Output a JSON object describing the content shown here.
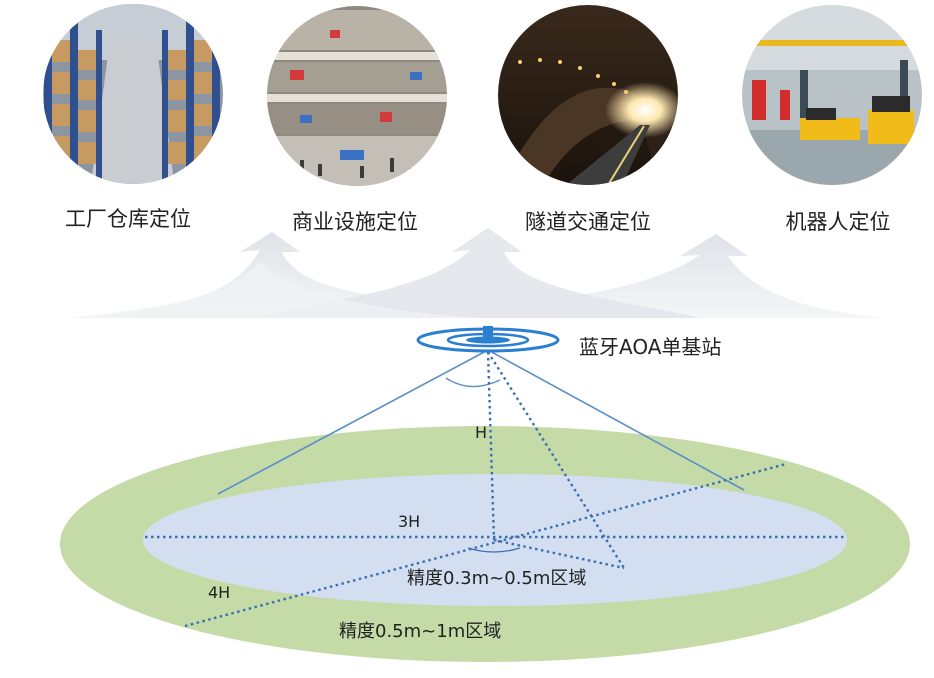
{
  "scenarios": [
    {
      "icon": "warehouse-photo-icon",
      "label": "工厂仓库定位"
    },
    {
      "icon": "shopping-mall-photo-icon",
      "label": "商业设施定位"
    },
    {
      "icon": "tunnel-photo-icon",
      "label": "隧道交通定位"
    },
    {
      "icon": "robot-factory-photo-icon",
      "label": "机器人定位"
    }
  ],
  "base_station": {
    "label": "蓝牙AOA单基站",
    "icon": "aoa-base-station-icon"
  },
  "labels": {
    "height": "H",
    "inner_radius": "3H",
    "outer_radius": "4H",
    "inner_zone": "精度0.3m~0.5m区域",
    "outer_zone": "精度0.5m~1m区域"
  },
  "colors": {
    "outer_zone": "#c4dba8",
    "inner_zone": "#d3dff1",
    "station": "#2a7fd0",
    "lines": "#5b8fc7",
    "dotted": "#3b6fb0",
    "arrows": "#e9ebef"
  }
}
